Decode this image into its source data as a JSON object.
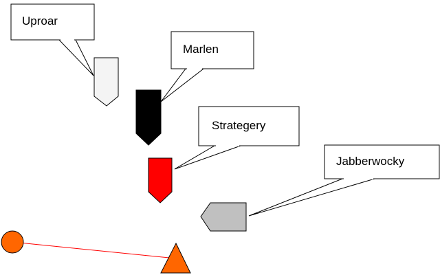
{
  "labels": {
    "uproar": "Uproar",
    "marlen": "Marlen",
    "strategery": "Strategery",
    "jabberwocky": "Jabberwocky"
  },
  "colors": {
    "uproar_marker": "#f4f4f4",
    "marlen_marker": "#000000",
    "strategery_marker": "#ff0000",
    "jabberwocky_marker": "#c0c0c0",
    "circle": "#ff6600",
    "triangle": "#ff6600",
    "connector_line": "#ff0000",
    "callout_fill": "#ffffff",
    "stroke": "#000000"
  },
  "icons": {
    "marker_shape": "pentagon-pointer",
    "circle": "circle-node",
    "triangle": "triangle-node"
  }
}
